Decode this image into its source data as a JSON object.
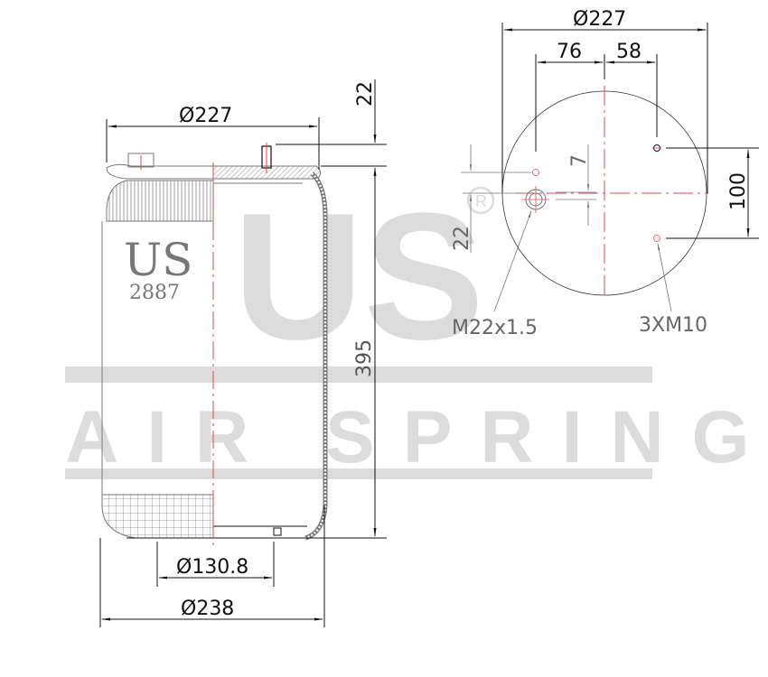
{
  "watermark": {
    "logo_text": "US",
    "registered_mark": "®",
    "tagline": "AIR SPRING",
    "color": "#dcdcdc"
  },
  "side_view": {
    "brand_label": "US",
    "model_number": "2887",
    "dimensions": {
      "top_diameter": "Ø227",
      "stud_height": "22",
      "overall_height": "395",
      "piston_diameter": "Ø130.8",
      "max_diameter": "Ø238"
    }
  },
  "top_view": {
    "dimensions": {
      "plate_diameter": "Ø227",
      "offset_left": "76",
      "offset_right": "58",
      "offset_small": "7",
      "offset_vertical": "22",
      "bolt_spacing": "100"
    },
    "callouts": {
      "air_fitting": "M22x1.5",
      "bolts": "3XM10"
    }
  },
  "colors": {
    "line": "#111111",
    "outline": "#777777",
    "centerline": "#e0474c",
    "watermark": "#dcdcdc"
  }
}
